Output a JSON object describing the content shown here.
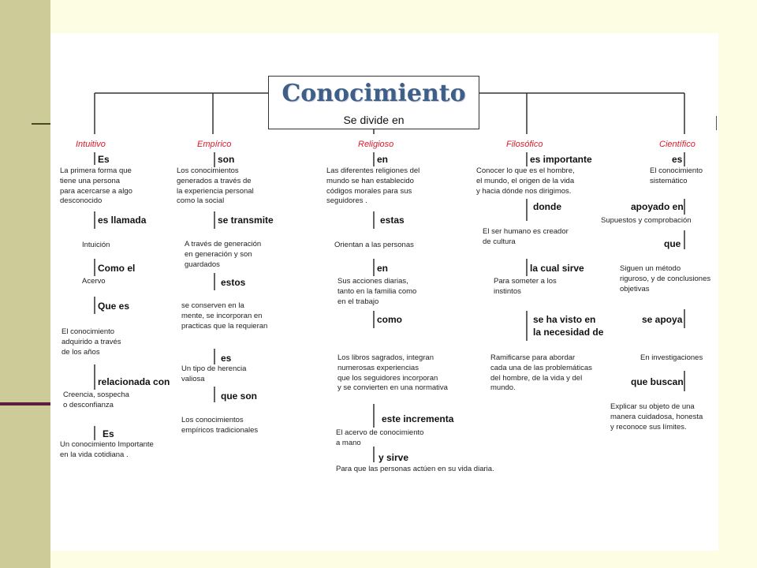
{
  "title": "Conocimiento",
  "subtitle": "Se divide en",
  "columns": [
    {
      "name": "Intuitivo",
      "nodes": [
        {
          "connector": "Es",
          "text": [
            "La primera forma que",
            "tiene una persona",
            "para acercarse a algo",
            "desconocido"
          ]
        },
        {
          "connector": "es llamada",
          "text": [
            "Intuición"
          ]
        },
        {
          "connector": "Como el",
          "text": [
            "Acervo"
          ]
        },
        {
          "connector": "Que es",
          "text": [
            "El conocimiento",
            "adquirido a través",
            "de los años"
          ]
        },
        {
          "connector": "relacionada con",
          "text": [
            "Creencia,  sospecha",
            "o desconfianza"
          ]
        },
        {
          "connector": "Es",
          "text": [
            "Un conocimiento Importante",
            "en la vida cotidiana ."
          ]
        }
      ]
    },
    {
      "name": "Empírico",
      "nodes": [
        {
          "connector": "son",
          "text": [
            "Los conocimientos",
            "generados a través de",
            "la experiencia personal",
            "como la social"
          ]
        },
        {
          "connector": "se transmite",
          "text": [
            "A través de generación",
            "en generación y son",
            "guardados"
          ]
        },
        {
          "connector": "estos",
          "text": [
            "se conserven en la",
            "mente, se incorporan en",
            "practicas que la requieran"
          ]
        },
        {
          "connector": "es",
          "text": [
            "Un tipo de herencia",
            "valiosa"
          ]
        },
        {
          "connector": "que son",
          "text": [
            "Los conocimientos",
            "empíricos tradicionales"
          ]
        }
      ]
    },
    {
      "name": "Religioso",
      "nodes": [
        {
          "connector": "en",
          "text": [
            "Las diferentes religiones del",
            "mundo se han establecido",
            "códigos morales para sus",
            "seguidores ."
          ]
        },
        {
          "connector": "estas",
          "text": [
            "Orientan  a las personas"
          ]
        },
        {
          "connector": "en",
          "text": [
            "Sus acciones diarias,",
            "tanto en la familia como",
            "en el trabajo"
          ]
        },
        {
          "connector": "como",
          "text": [
            "Los libros sagrados, integran",
            "numerosas experiencias",
            "que los seguidores incorporan",
            "y se convierten en una normativa"
          ]
        },
        {
          "connector": "este incrementa",
          "text": [
            "El acervo de conocimiento",
            "a mano"
          ]
        },
        {
          "connector": "y sirve",
          "text": [
            "Para que las personas actúen en  su vida diaria."
          ]
        }
      ]
    },
    {
      "name": "Filosófico",
      "nodes": [
        {
          "connector": "es importante",
          "text": [
            "Conocer lo que es el hombre,",
            "el mundo, el origen de la vida",
            "y hacia dónde nos dirigimos."
          ]
        },
        {
          "connector": "donde",
          "text": [
            "El ser humano es creador",
            "de cultura"
          ]
        },
        {
          "connector": "la cual sirve",
          "text": [
            "Para someter a los",
            "instintos"
          ]
        },
        {
          "connector": "se ha visto en\nla necesidad de",
          "text": [
            "Ramificarse para abordar",
            "cada una de las problemáticas",
            "del hombre,  de la vida y del",
            "mundo."
          ]
        }
      ]
    },
    {
      "name": "Científico",
      "nodes": [
        {
          "connector": "es",
          "text": [
            "El conocimiento",
            "sistemático"
          ]
        },
        {
          "connector": "apoyado en",
          "text": [
            "Supuestos y comprobación"
          ]
        },
        {
          "connector": "que",
          "text": [
            "Siguen un método",
            "riguroso, y de conclusiones",
            "objetivas"
          ]
        },
        {
          "connector": "se apoya",
          "text": [
            "En investigaciones"
          ]
        },
        {
          "connector": "que buscan",
          "text": [
            "Explicar su objeto de una",
            "manera cuidadosa, honesta",
            "y reconoce sus límites."
          ]
        }
      ]
    }
  ],
  "colors": {
    "category": "#d8192c",
    "title": "#3f5f87",
    "sidebar": "#cdcb97",
    "background": "#fdfde3"
  }
}
